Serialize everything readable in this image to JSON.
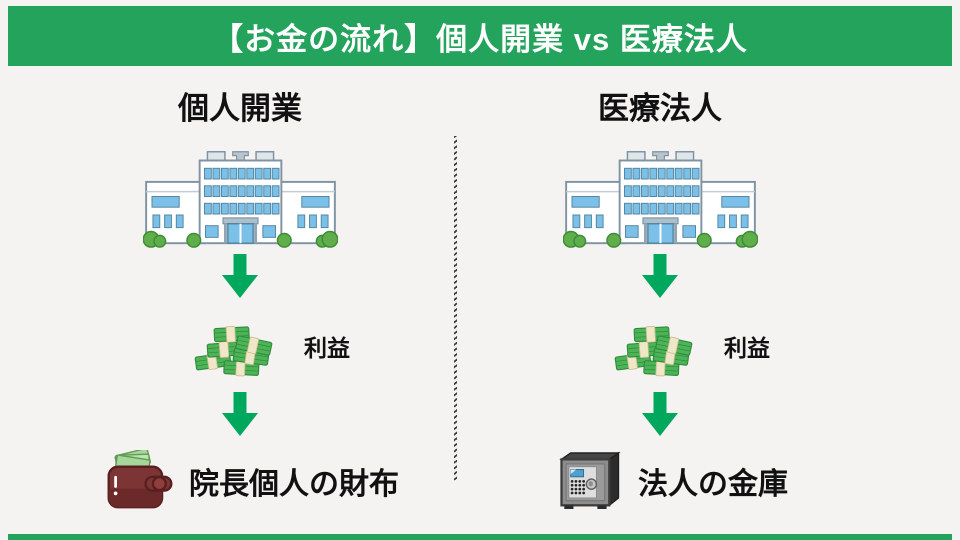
{
  "header": {
    "title": "【お金の流れ】個人開業 vs 医療法人",
    "bg_color": "#24a35c",
    "text_color": "#ffffff"
  },
  "footer": {
    "bg_color": "#24a35c"
  },
  "divider": {
    "style": "dashed-vertical-line"
  },
  "columns": [
    {
      "title": "個人開業",
      "source_icon": "hospital-building-icon",
      "flow_icon": "down-arrow-icon",
      "profit_icon": "money-stack-icon",
      "profit_label": "利益",
      "dest_icon": "wallet-icon",
      "dest_label": "院長個人の財布"
    },
    {
      "title": "医療法人",
      "source_icon": "hospital-building-icon",
      "flow_icon": "down-arrow-icon",
      "profit_icon": "money-stack-icon",
      "profit_label": "利益",
      "dest_icon": "safe-icon",
      "dest_label": "法人の金庫"
    }
  ],
  "colors": {
    "accent_green": "#24a35c",
    "arrow_green": "#00a85d",
    "money_green": "#4db357",
    "window_blue": "#7bc0e8",
    "wallet_maroon": "#7d3434",
    "safe_gray": "#2c2c2c",
    "background": "#f4f3f1",
    "text": "#111111"
  }
}
